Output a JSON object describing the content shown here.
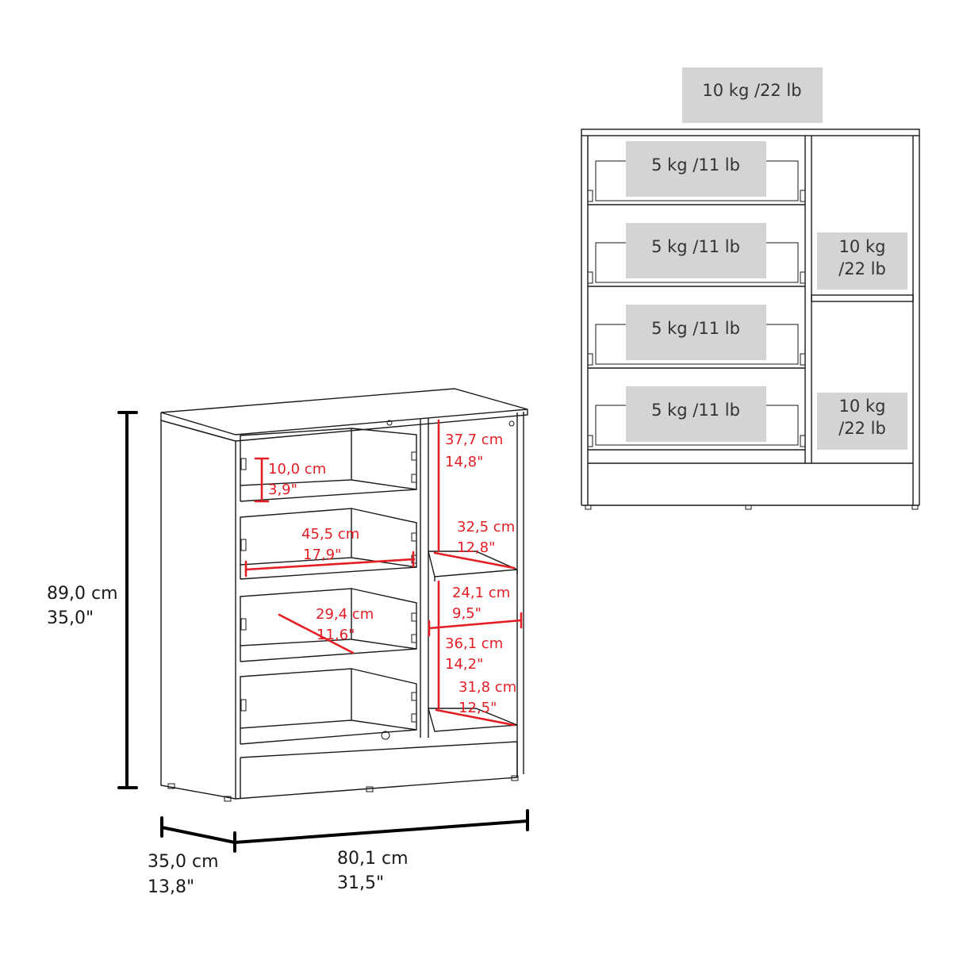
{
  "dimensions": {
    "height_cm": "89,0 cm",
    "height_in": "35,0\"",
    "depth_cm": "35,0 cm",
    "depth_in": "13,8\"",
    "width_cm": "80,1 cm",
    "width_in": "31,5\""
  },
  "inner": {
    "drawer_height_cm": "10,0 cm",
    "drawer_height_in": "3,9\"",
    "drawer_width_cm": "45,5 cm",
    "drawer_width_in": "17,9\"",
    "drawer_depth_cm": "29,4 cm",
    "drawer_depth_in": "11,6\"",
    "top_shelf_space_cm": "37,7 cm",
    "top_shelf_space_in": "14,8\"",
    "shelf_width_cm": "32,5 cm",
    "shelf_width_in": "12,8\"",
    "shelf_depth_cm": "24,1 cm",
    "shelf_depth_in": "9,5\"",
    "bottom_shelf_space_cm": "36,1 cm",
    "bottom_shelf_space_in": "14,2\"",
    "bottom_shelf_width_cm": "31,8 cm",
    "bottom_shelf_width_in": "12,5\""
  },
  "loads": {
    "top": "10 kg /22 lb",
    "drawers": [
      "5 kg /11 lb",
      "5 kg /11 lb",
      "5 kg /11 lb",
      "5 kg /11 lb"
    ],
    "shelf_upper_line1": "10 kg",
    "shelf_upper_line2": "/22 lb",
    "shelf_lower_line1": "10 kg",
    "shelf_lower_line2": "/22 lb"
  },
  "colors": {
    "dimension_red": "#e31e24",
    "load_box_gray": "#d4d4d4"
  }
}
